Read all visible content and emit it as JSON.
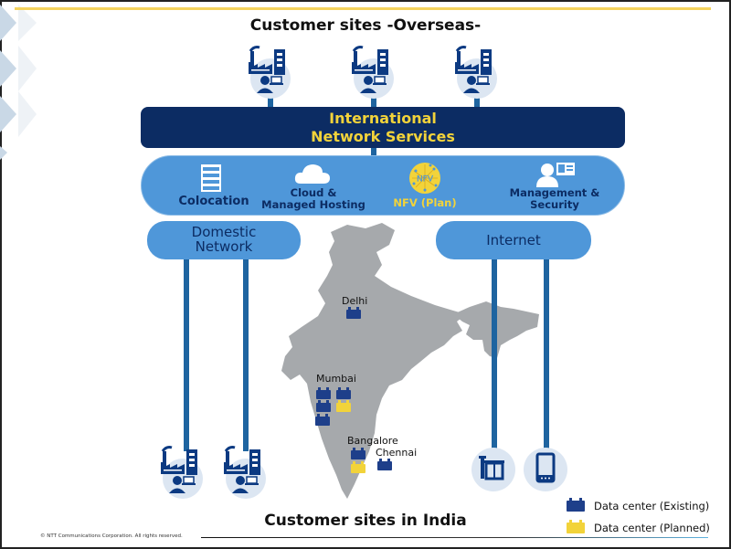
{
  "titles": {
    "top": "Customer sites -Overseas-",
    "bottom": "Customer sites in India"
  },
  "international": {
    "line1": "International",
    "line2": "Network Services"
  },
  "services": [
    {
      "label_line1": "",
      "label_line2": "Colocation",
      "icon": "server-rack-icon"
    },
    {
      "label_line1": "Cloud &",
      "label_line2": "Managed Hosting",
      "icon": "cloud-icon"
    },
    {
      "label_line1": "",
      "label_line2": "NFV (Plan)",
      "icon": "nfv-globe-icon",
      "icon_text": "NFV"
    },
    {
      "label_line1": "Management &",
      "label_line2": "Security",
      "icon": "user-id-card-icon"
    }
  ],
  "networks": {
    "domestic_line1": "Domestic",
    "domestic_line2": "Network",
    "internet": "Internet"
  },
  "cities": [
    {
      "name": "Delhi",
      "existing": 1,
      "planned": 0
    },
    {
      "name": "Mumbai",
      "existing": 4,
      "planned": 1
    },
    {
      "name": "Bangalore",
      "existing": 1,
      "planned": 1
    },
    {
      "name": "Chennai",
      "existing": 1,
      "planned": 0
    }
  ],
  "legend": {
    "existing": "Data center (Existing)",
    "planned": "Data center (Planned)"
  },
  "colors": {
    "navy": "#0c2c63",
    "service_blue": "#4f97d9",
    "accent_yellow": "#f2d33a",
    "line_blue": "#1e64a0",
    "map_gray": "#a6a9ac",
    "dc_existing": "#1e3f8a",
    "dc_planned": "#f2d33a"
  },
  "footer": {
    "copyright": "© NTT Communications Corporation. All rights reserved."
  }
}
